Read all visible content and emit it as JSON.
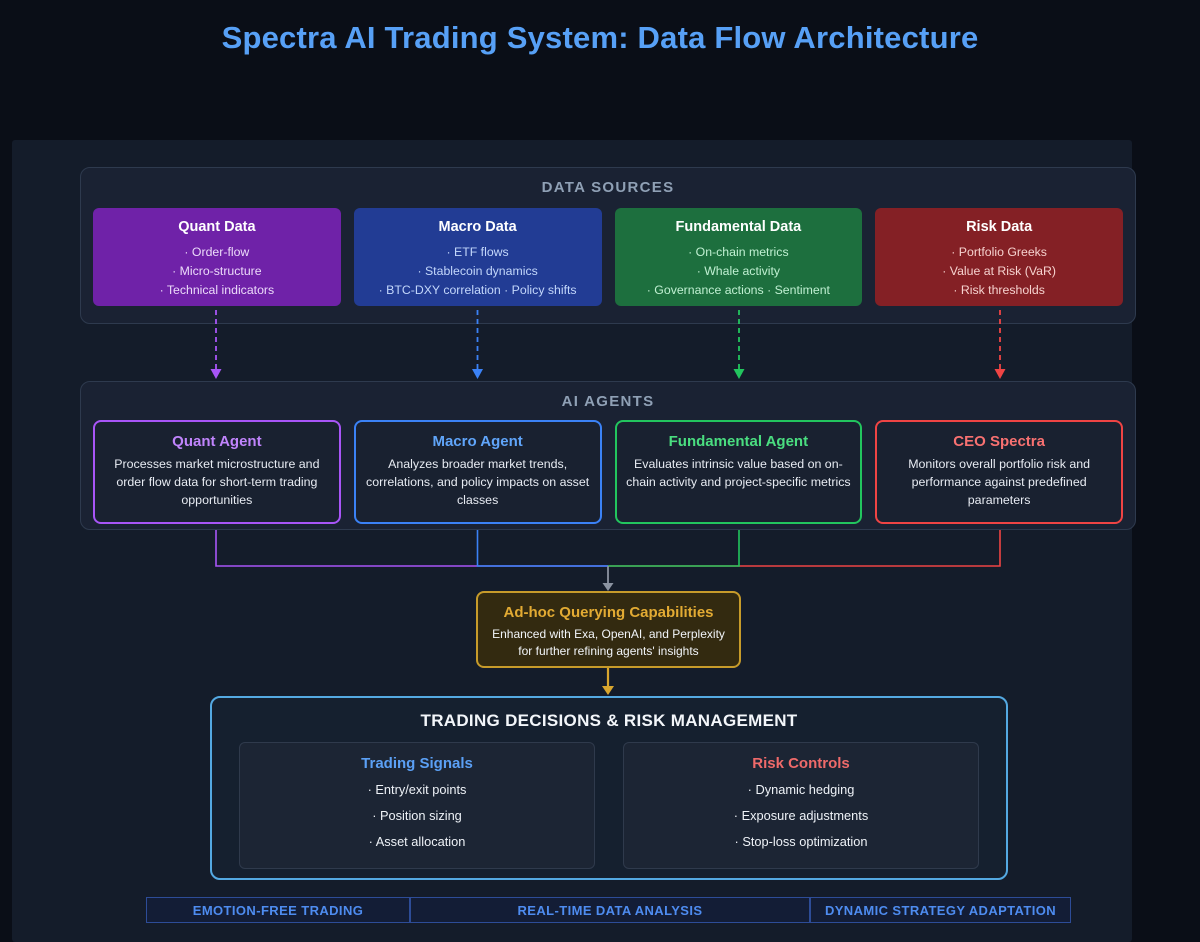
{
  "title": "Spectra AI Trading System: Data Flow Architecture",
  "colors": {
    "background": "#0a0e17",
    "panel": "#141c2a",
    "title_blue": "#57a0f6",
    "purple": "#a855f7",
    "blue": "#3b82f6",
    "green": "#22c55e",
    "red": "#ef4444",
    "gold": "#d9a62e",
    "light_blue": "#54a9e2"
  },
  "data_sources": {
    "header": "DATA SOURCES",
    "cards": [
      {
        "title": "Quant Data",
        "lines": [
          "· Order-flow",
          "· Micro-structure",
          "· Technical indicators"
        ]
      },
      {
        "title": "Macro Data",
        "lines": [
          "· ETF flows",
          "· Stablecoin dynamics",
          "· BTC-DXY correlation · Policy shifts"
        ]
      },
      {
        "title": "Fundamental Data",
        "lines": [
          "· On-chain metrics",
          "· Whale activity",
          "· Governance actions · Sentiment"
        ]
      },
      {
        "title": "Risk Data",
        "lines": [
          "· Portfolio Greeks",
          "· Value at Risk (VaR)",
          "· Risk thresholds"
        ]
      }
    ]
  },
  "agents": {
    "header": "AI AGENTS",
    "cards": [
      {
        "title": "Quant Agent",
        "description": "Processes market microstructure and order flow data for short-term trading opportunities"
      },
      {
        "title": "Macro Agent",
        "description": "Analyzes broader market trends, correlations, and policy impacts on asset classes"
      },
      {
        "title": "Fundamental Agent",
        "description": "Evaluates intrinsic value based on on-chain activity and project-specific metrics"
      },
      {
        "title": "CEO Spectra",
        "description": "Monitors overall portfolio risk and performance against predefined parameters"
      }
    ]
  },
  "adhoc": {
    "title": "Ad-hoc Querying Capabilities",
    "description": "Enhanced with Exa, OpenAI, and Perplexity for further refining agents' insights"
  },
  "trading": {
    "header": "TRADING DECISIONS & RISK MANAGEMENT",
    "panels": [
      {
        "title": "Trading Signals",
        "items": [
          "· Entry/exit points",
          "· Position sizing",
          "· Asset allocation"
        ]
      },
      {
        "title": "Risk Controls",
        "items": [
          "· Dynamic hedging",
          "· Exposure adjustments",
          "· Stop-loss optimization"
        ]
      }
    ]
  },
  "badges": [
    "EMOTION-FREE TRADING",
    "REAL-TIME DATA ANALYSIS",
    "DYNAMIC STRATEGY ADAPTATION"
  ]
}
